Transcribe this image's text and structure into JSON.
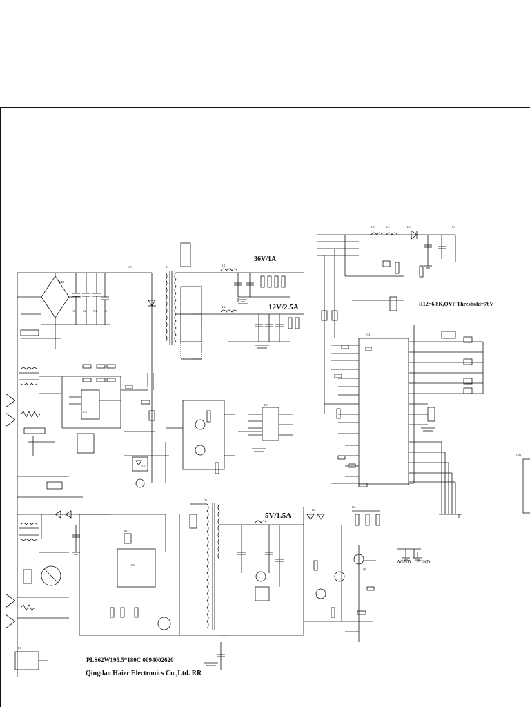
{
  "labels": {
    "rail_36v": "36V/1A",
    "rail_12v": "12V/2.5A",
    "rail_5v": "5V/1.5A",
    "ovp_note": "R12=6.8K,OVP Threshold=76V",
    "agnd": "AGND",
    "pgnd": "PGND",
    "model": "PLS62W195.5*180C  0094002620",
    "company": "Qingdao Haier Electronics Co.,Ltd. RR"
  },
  "colors": {
    "ink": "#111111",
    "paper": "#ffffff"
  }
}
